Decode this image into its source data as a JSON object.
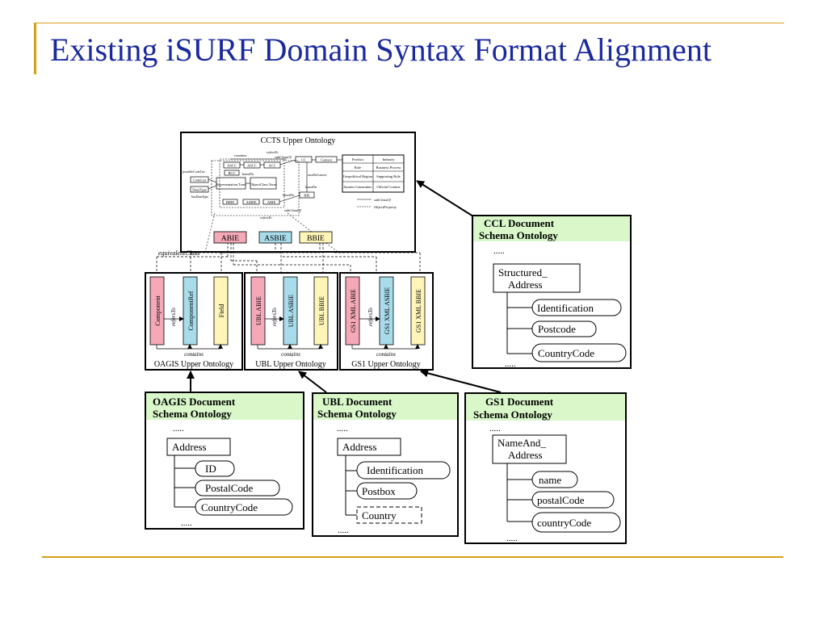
{
  "slide": {
    "title": "Existing iSURF Domain Syntax Format Alignment"
  },
  "colors": {
    "title": "#1a2a9c",
    "accent": "#d4a017",
    "header_green": "#d9f7c9",
    "abie_pink": "#f4a8b8",
    "asbie_blue": "#a8dcea",
    "bbie_yellow": "#fff5b8"
  },
  "ccts": {
    "title": "CCTS Upper Ontology",
    "inner": {
      "refersTo_top": "refersTo",
      "contains": "contains",
      "subClassOf_top": "subClassOf",
      "possibleCodeList": "possibleCodeList",
      "hasDataType": "hasDataType",
      "basedOn_left": "basedOn",
      "basedOn_mid": "basedOn",
      "usedInContext": "usedInContext",
      "basedOn_bie": "basedOn",
      "subClassOf_bottom": "subClassOf",
      "refersTo_bottom": "refersTo",
      "legend_subClassOf": "subClassOf",
      "legend_objectProperty": "ObjectProperty",
      "boxes": {
        "ascc": "ASCC",
        "ascc2": "ASCC",
        "acc": "ACC",
        "bcc": "BCC",
        "codelist": "CodeList",
        "datatype": "DataType",
        "repterm": "Representation Term",
        "objclass": "ObjectClass Term",
        "cc": "CC",
        "context": "Context",
        "bie": "BIE",
        "bbie": "BBIE",
        "asbie": "ASBIE",
        "abie": "ABIE"
      },
      "context_grid": [
        [
          "Product",
          "Industry"
        ],
        [
          "Role",
          "Business Process"
        ],
        [
          "Geopolitical Region",
          "Supporting Role"
        ],
        [
          "System Constraints",
          "Official Context"
        ]
      ]
    },
    "bie_labels": [
      "ABIE",
      "ASBIE",
      "BBIE"
    ]
  },
  "equivalent_class_label": "equivalentClass",
  "upper_ontologies": [
    {
      "name": "OAGIS Upper Ontology",
      "bars": [
        "Component",
        "ComponentRef",
        "Field"
      ],
      "refers_label": "refersTo",
      "contains_label": "contains"
    },
    {
      "name": "UBL Upper Ontology",
      "bars": [
        "UBL ABIE",
        "UBL ASBIE",
        "UBL BBIE"
      ],
      "refers_label": "refersTo",
      "contains_label": "contains"
    },
    {
      "name": "GS1 Upper Ontology",
      "bars": [
        "GS1 XML ABIE",
        "GS1 XML ASBIE",
        "GS1 XML BBIE"
      ],
      "refers_label": "refersTo",
      "contains_label": "contains"
    }
  ],
  "doc_schemas": {
    "ccl": {
      "header1": "CCL  Document",
      "header2": "Schema Ontology",
      "dots_top": ".....",
      "root1": "Structured_",
      "root2": "Address",
      "children": [
        "Identification",
        "Postcode",
        "CountryCode"
      ],
      "dots_bottom": "....."
    },
    "oagis": {
      "header1": "OAGIS   Document",
      "header2": "Schema Ontology",
      "dots_top": ".....",
      "root": "Address",
      "children": [
        "ID",
        "PostalCode",
        "CountryCode"
      ],
      "dots_bottom": "....."
    },
    "ubl": {
      "header1": "UBL  Document",
      "header2": "Schema Ontology",
      "dots_top": ".....",
      "root": "Address",
      "children": [
        "Identification",
        "Postbox",
        "Country"
      ],
      "dots_bottom": "....."
    },
    "gs1": {
      "header1": "GS1 Document",
      "header2": "Schema Ontology",
      "dots_top": ".....",
      "root1": "NameAnd_",
      "root2": "Address",
      "children": [
        "name",
        "postalCode",
        "countryCode"
      ],
      "dots_bottom": "....."
    }
  }
}
